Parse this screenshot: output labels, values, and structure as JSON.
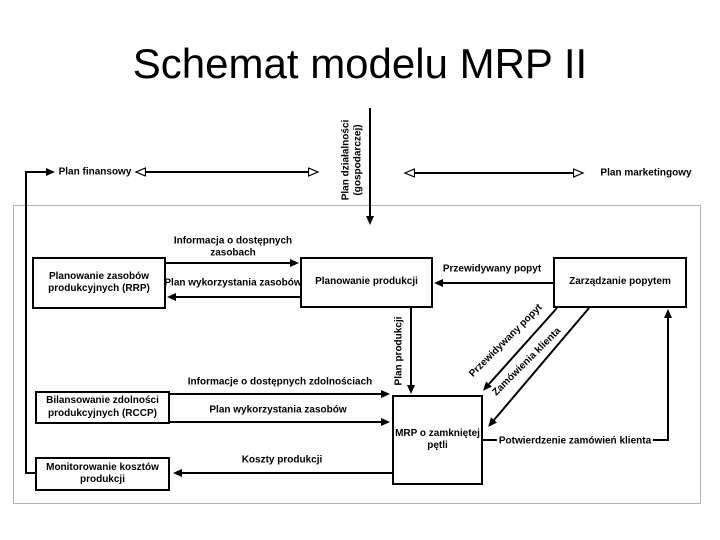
{
  "title": "Schemat modelu MRP II",
  "colors": {
    "background": "#ffffff",
    "line": "#000000",
    "box_border": "#000000",
    "box_fill": "#ffffff",
    "frame_border": "#b3b3b3",
    "text": "#000000"
  },
  "top_row": {
    "plan_finansowy": "Plan finansowy",
    "plan_dzialalnosci_line1": "Plan działalności",
    "plan_dzialalnosci_line2": "(gospodarczej)",
    "plan_marketingowy": "Plan marketingowy"
  },
  "boxes": {
    "rrp": {
      "line1": "Planowanie zasobów",
      "line2": "produkcyjnych (RRP)"
    },
    "planowanie_produkcji": {
      "line1": "Planowanie produkcji"
    },
    "zarzadzanie_popytem": {
      "line1": "Zarządzanie popytem"
    },
    "rccp": {
      "line1": "Bilansowanie zdolności",
      "line2": "produkcyjnych (RCCP)"
    },
    "monitorowanie_kosztow": {
      "line1": "Monitorowanie kosztów",
      "line2": "produkcji"
    },
    "mrp_zamknieta_petla": {
      "line1": "MRP o zamkniętej",
      "line2": "pętli"
    }
  },
  "edge_labels": {
    "informacja_o_dostepnych_zasobach": "Informacja o dostępnych zasobach",
    "plan_wykorzystania_zasobow_top": "Plan wykorzystania zasobów",
    "przewidywany_popyt_top": "Przewidywany popyt",
    "plan_produkcji": "Plan produkcji",
    "przewidywany_popyt_diagonal": "Przewidywany popyt",
    "zamowienia_klienta": "Zamówienia klienta",
    "informacje_o_dostepnych_zdolnosciach": "Informacje o dostępnych zdolnościach",
    "plan_wykorzystania_zasobow_bottom": "Plan wykorzystania zasobów",
    "koszty_produkcji": "Koszty produkcji",
    "potwierdzenie_zamowien_klienta": "Potwierdzenie zamówień klienta"
  }
}
